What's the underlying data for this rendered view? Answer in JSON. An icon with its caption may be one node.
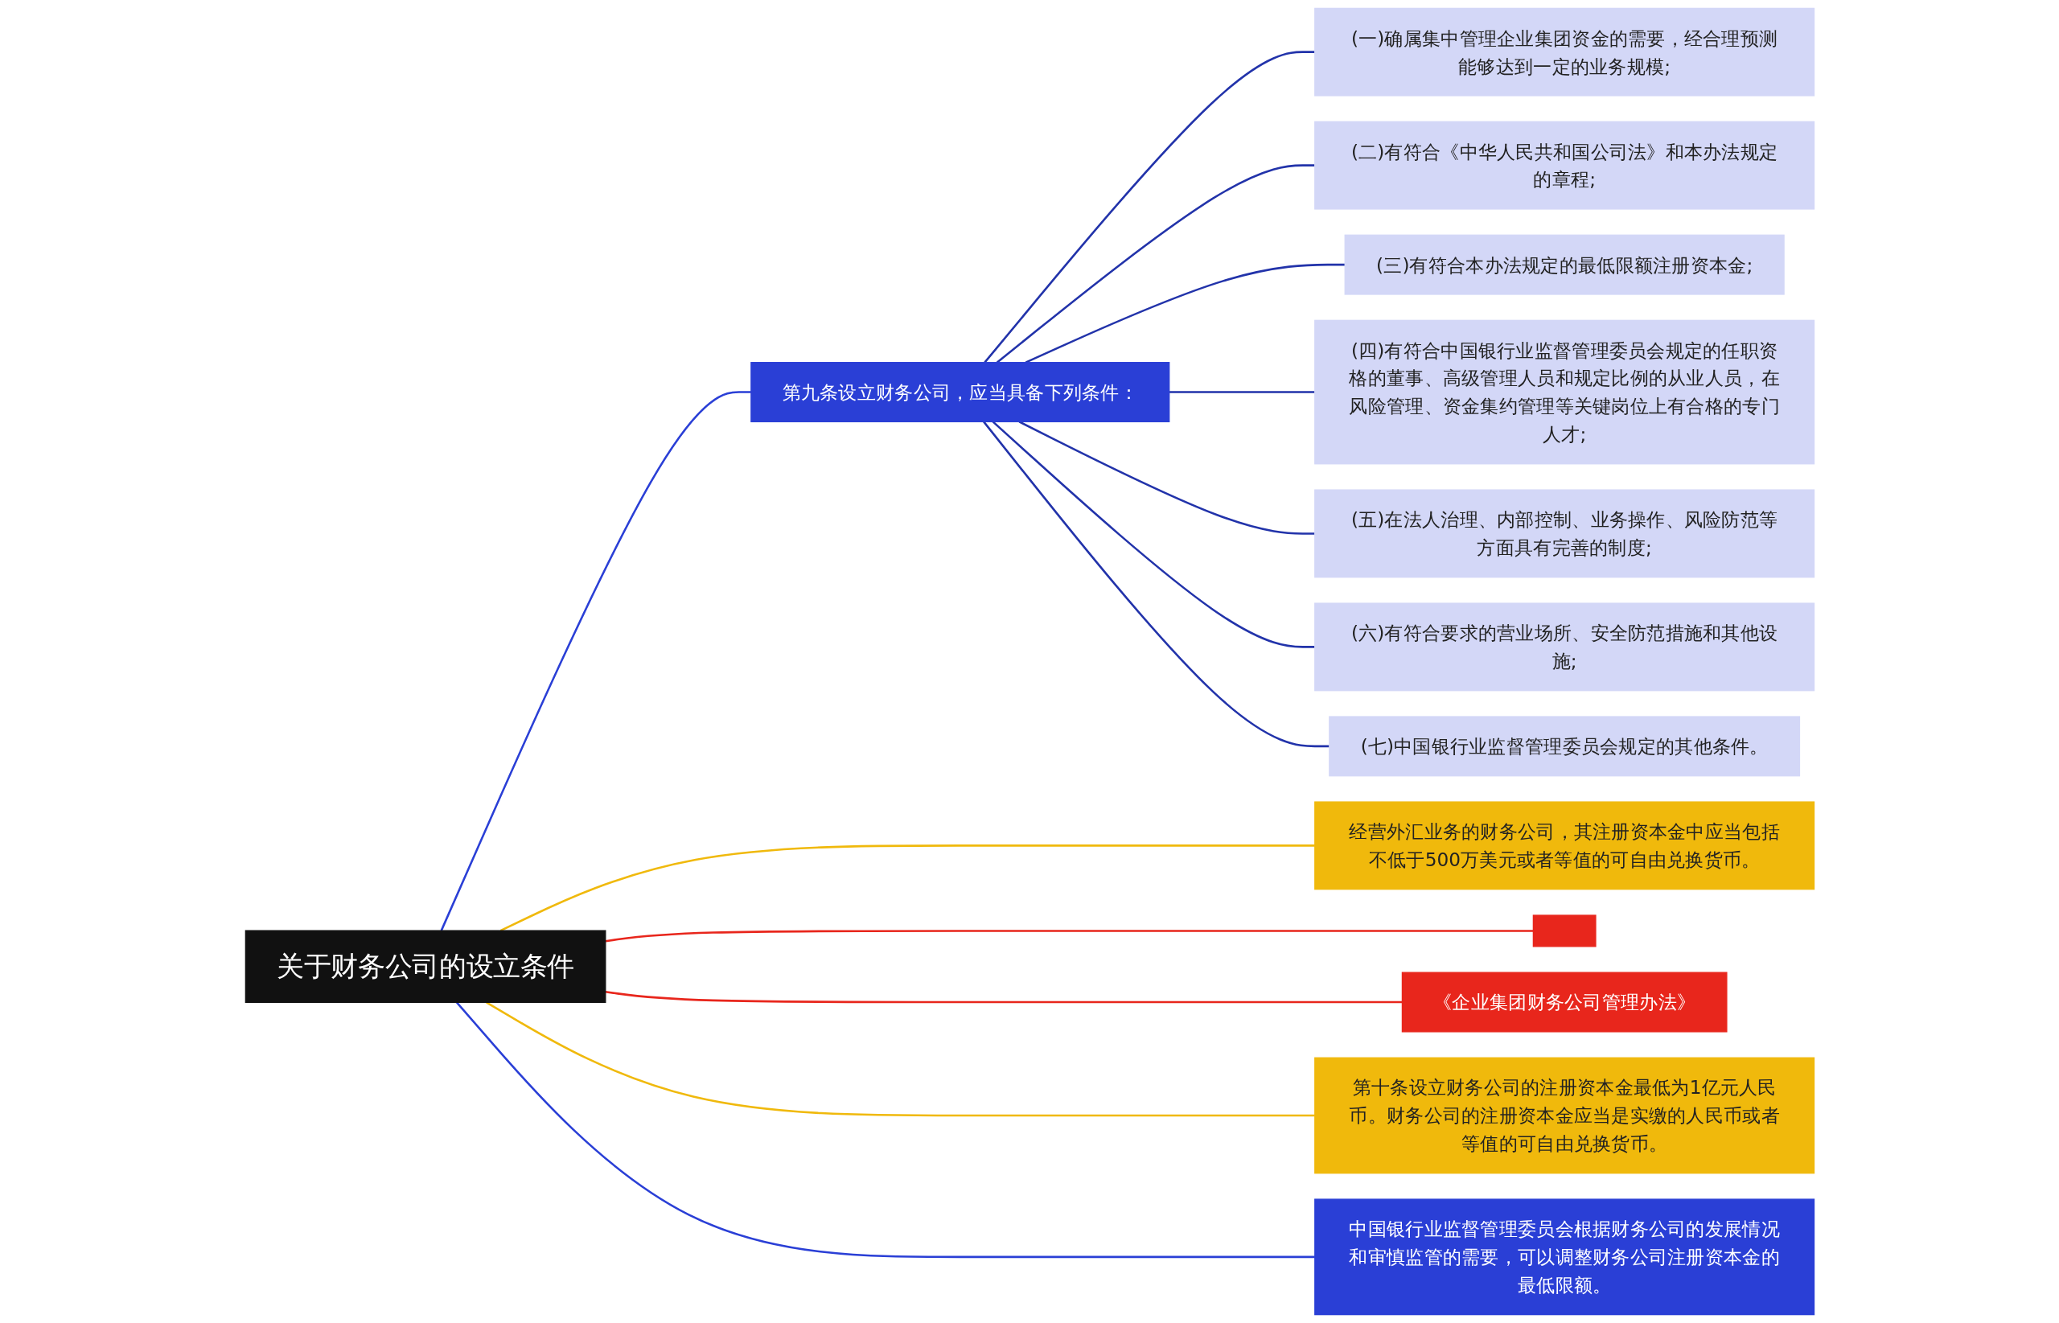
{
  "diagram": {
    "nodes": [
      {
        "text": [
          "关于财务公司的设立条件"
        ]
      },
      {
        "text": [
          "第九条设立财务公司，应当具备下列条件："
        ]
      },
      {
        "text": [
          "(一)确属集中管理企业集团资金的需要，经合理预测能够达到一定的业务规模;"
        ]
      },
      {
        "text": [
          "(二)有符合《中华人民共和国公司法》和本办法规定的章程;"
        ]
      },
      {
        "text": [
          "(三)有符合本办法规定的最低限额注册资本金;"
        ]
      },
      {
        "text": [
          "(四)有符合中国银行业监督管理委员会规定的任职资格的董事、高级管理人员和规定比例的从业人员，在风险管理、资金集约管理等关键岗位上有合格的专门人才;"
        ]
      },
      {
        "text": [
          "(五)在法人治理、内部控制、业务操作、风险防范等方面具有完善的制度;"
        ]
      },
      {
        "text": [
          "(六)有符合要求的营业场所、安全防范措施和其他设施;"
        ]
      },
      {
        "text": [
          "(七)中国银行业监督管理委员会规定的其他条件。"
        ]
      },
      {
        "text": [
          "经营外汇业务的财务公司，其注册资本金中应当包括不低于500万美元或者等值的可自由兑换货币。"
        ]
      },
      {
        "text": [],
        "shape": "box"
      },
      {
        "text": [
          "《企业集团财务公司管理办法》"
        ]
      },
      {
        "text": [
          "第十条设立财务公司的注册资本金最低为1亿元人民币。财务公司的注册资本金应当是实缴的人民币或者等值的可自由兑换货币。"
        ]
      },
      {
        "text": [
          "中国银行业监督管理委员会根据财务公司的发展情况和审慎监管的需要，可以调整财务公司注册资本金的最低限额。"
        ]
      }
    ],
    "edges": [
      {
        "from": 0,
        "to": 1,
        "arrow": "none",
        "color": "#2a3fd6"
      },
      {
        "from": 1,
        "to": 2,
        "arrow": "none",
        "color": "#2233aa"
      },
      {
        "from": 1,
        "to": 3,
        "arrow": "none",
        "color": "#2233aa"
      },
      {
        "from": 1,
        "to": 4,
        "arrow": "none",
        "color": "#2233aa"
      },
      {
        "from": 1,
        "to": 5,
        "arrow": "none",
        "color": "#2233aa"
      },
      {
        "from": 1,
        "to": 6,
        "arrow": "none",
        "color": "#2233aa"
      },
      {
        "from": 1,
        "to": 7,
        "arrow": "none",
        "color": "#2233aa"
      },
      {
        "from": 1,
        "to": 8,
        "arrow": "none",
        "color": "#2233aa"
      },
      {
        "from": 0,
        "to": 9,
        "arrow": "none",
        "color": "#f0b90c"
      },
      {
        "from": 0,
        "to": 10,
        "arrow": "none",
        "color": "#e8261c"
      },
      {
        "from": 0,
        "to": 11,
        "arrow": "none",
        "color": "#e8261c"
      },
      {
        "from": 0,
        "to": 12,
        "arrow": "none",
        "color": "#f0b90c"
      },
      {
        "from": 0,
        "to": 13,
        "arrow": "none",
        "color": "#2a3fd6"
      }
    ]
  }
}
